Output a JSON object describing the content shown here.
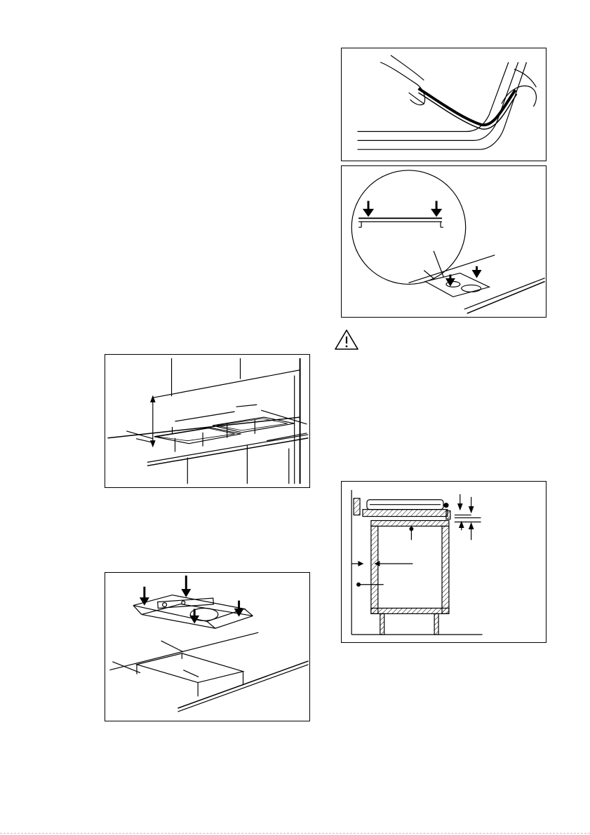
{
  "page": {
    "figures": [
      {
        "id": "cutout-dimensions",
        "icon": "worktop-cutout-dimensions-drawing"
      },
      {
        "id": "place-hob",
        "icon": "hob-placement-drawing"
      },
      {
        "id": "apply-seal",
        "icon": "seal-strip-application-drawing"
      },
      {
        "id": "press-hob",
        "icon": "press-hob-into-cutout-drawing"
      },
      {
        "id": "clearances",
        "icon": "cabinet-clearance-cross-section"
      }
    ],
    "warning": {
      "icon": "warning-triangle-icon"
    }
  }
}
